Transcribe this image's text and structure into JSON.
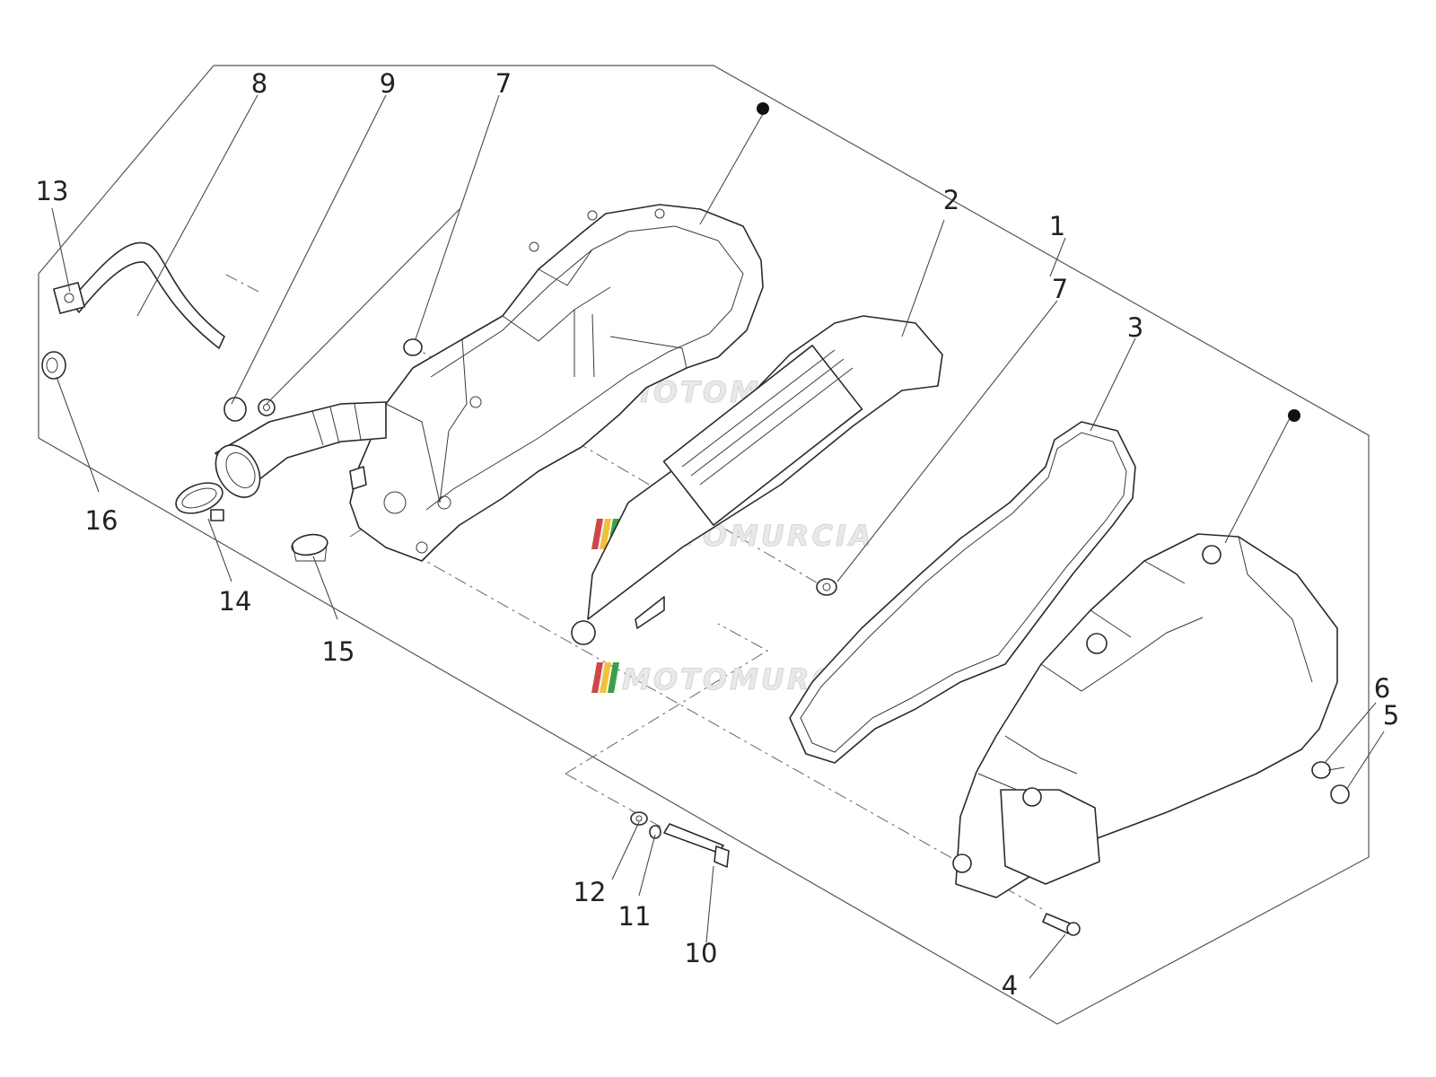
{
  "diagram": {
    "callouts": [
      {
        "id": "1",
        "label": "1"
      },
      {
        "id": "2",
        "label": "2"
      },
      {
        "id": "3",
        "label": "3"
      },
      {
        "id": "4",
        "label": "4"
      },
      {
        "id": "5",
        "label": "5"
      },
      {
        "id": "6",
        "label": "6"
      },
      {
        "id": "7a",
        "label": "7"
      },
      {
        "id": "7b",
        "label": "7"
      },
      {
        "id": "8",
        "label": "8"
      },
      {
        "id": "9",
        "label": "9"
      },
      {
        "id": "10",
        "label": "10"
      },
      {
        "id": "11",
        "label": "11"
      },
      {
        "id": "12",
        "label": "12"
      },
      {
        "id": "13",
        "label": "13"
      },
      {
        "id": "14",
        "label": "14"
      },
      {
        "id": "15",
        "label": "15"
      },
      {
        "id": "16",
        "label": "16"
      }
    ]
  },
  "watermark": {
    "text": "MOTOMURCIA",
    "stripe_colors": [
      "#d64545",
      "#f2c230",
      "#3aa04a"
    ]
  }
}
